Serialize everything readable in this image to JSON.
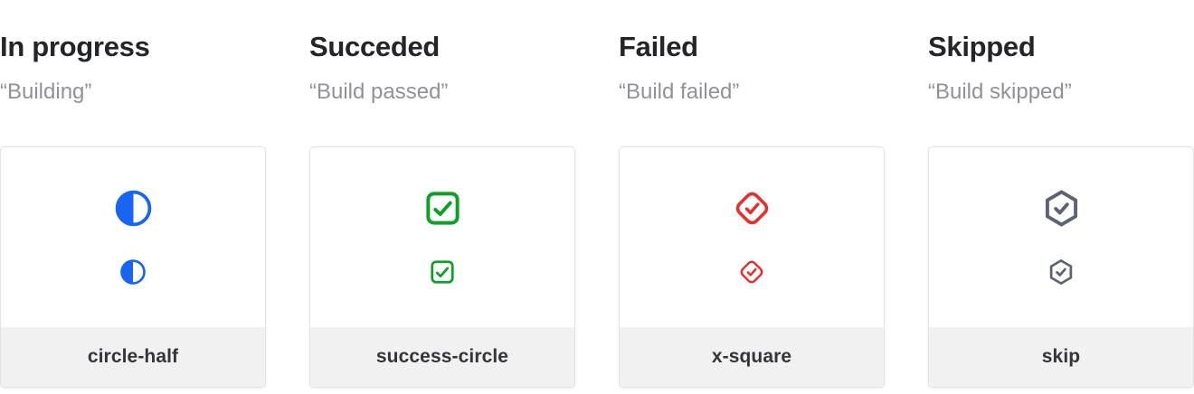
{
  "columns": [
    {
      "title": "In progress",
      "quote": "“Building”",
      "icon": "circle-half-icon",
      "icon_label": "circle-half",
      "color": "#1765f2"
    },
    {
      "title": "Succeded",
      "quote": "“Build passed”",
      "icon": "check-square-icon",
      "icon_label": "success-circle",
      "color": "#0e9f26"
    },
    {
      "title": "Failed",
      "quote": "“Build failed”",
      "icon": "diamond-check-icon",
      "icon_label": "x-square",
      "color": "#e3322e"
    },
    {
      "title": "Skipped",
      "quote": "“Build skipped”",
      "icon": "hexagon-check-icon",
      "icon_label": "skip",
      "color": "#5d6471"
    }
  ]
}
